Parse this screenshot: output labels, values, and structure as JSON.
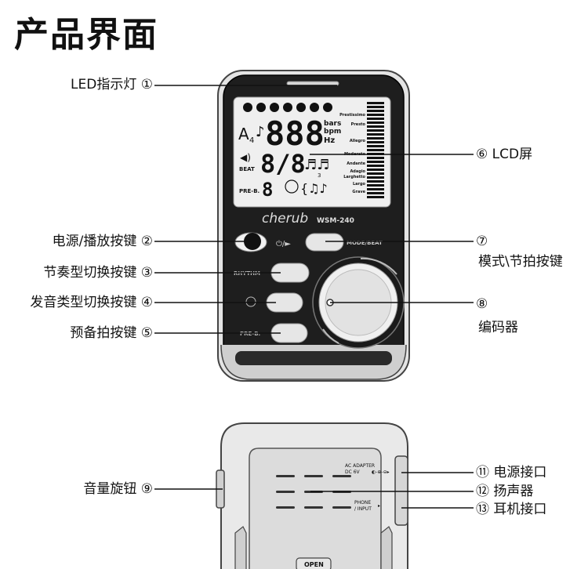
{
  "title": "产品界面",
  "callouts": {
    "c1": "LED指示灯 ①",
    "c2": "电源/播放按键 ②",
    "c3": "节奏型切换按键 ③",
    "c4": "发音类型切换按键 ④",
    "c5": "预备拍按键 ⑤",
    "c6": "⑥ LCD屏",
    "c7_num": "⑦",
    "c7": "模式\\节拍按键",
    "c8_num": "⑧",
    "c8": "编码器",
    "c9": "音量旋钮 ⑨",
    "c11": "⑪ 电源接口",
    "c12": "⑫ 扬声器",
    "c13": "⑬ 耳机接口"
  },
  "device": {
    "brand": "cherub",
    "model": "WSM-240",
    "power_icon": "⏻/►",
    "mode_button": "MODE/BEAT",
    "rhythm_button": "RHYTHM",
    "preb_button": "PRE-B.",
    "lcd": {
      "note": "A",
      "octave": "4",
      "digits": "888",
      "unit_bars": "bars",
      "unit_bpm": "bpm",
      "unit_hz": "Hz",
      "beat_label": "BEAT",
      "beat_value": "8/8",
      "preb_label": "PRE-B.",
      "preb_value": "8",
      "triplet": "3",
      "tempo_marks": [
        "Prestissimo",
        "Presto",
        "Allegro",
        "Moderato",
        "Andante",
        "Adagio",
        "Larghetto",
        "Largo",
        "Grave"
      ]
    }
  },
  "back": {
    "ac_adapter": "AC ADAPTER",
    "dc": "DC 6V",
    "phone": "PHONE",
    "input": "/ INPUT",
    "open": "OPEN"
  }
}
